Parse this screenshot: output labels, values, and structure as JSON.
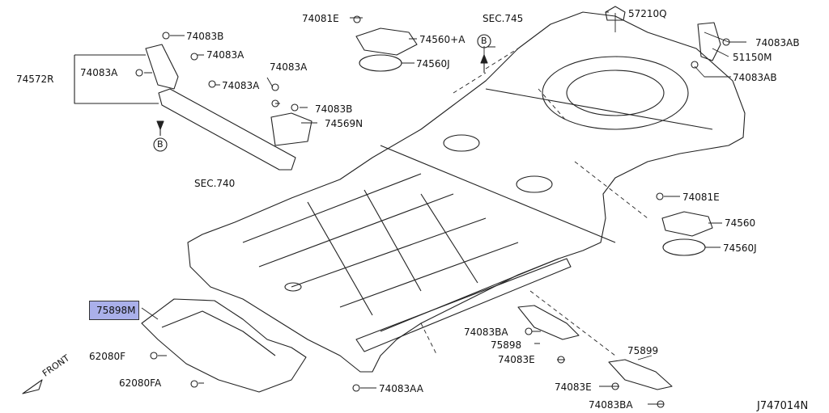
{
  "diagram": {
    "diagram_id": "J747014N",
    "section_refs": [
      "SEC.745",
      "SEC.740"
    ],
    "view_marker": "B",
    "front_label": "FRONT",
    "highlighted_part": "75898M",
    "labels": [
      "74081E",
      "57210Q",
      "74083B",
      "74560+A",
      "74083A",
      "74560J",
      "74572R",
      "74083A",
      "74083A",
      "74083A",
      "74083B",
      "74569N",
      "74083AB",
      "51150M",
      "74083AB",
      "74081E",
      "74560",
      "74560J",
      "75898M",
      "62080F",
      "62080FA",
      "74083BA",
      "75898",
      "74083E",
      "74083AA",
      "75899",
      "74083E",
      "74083BA"
    ]
  }
}
